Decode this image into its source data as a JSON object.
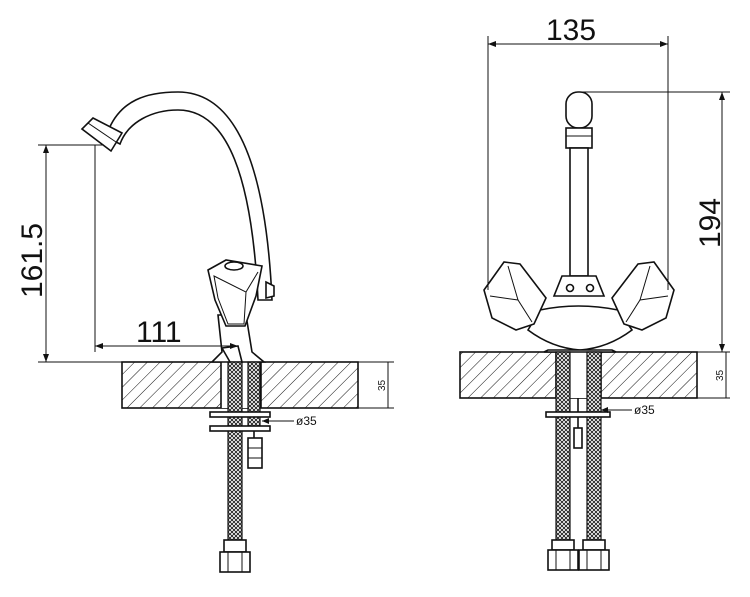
{
  "dimensions": {
    "side_height": "161.5",
    "side_reach": "111",
    "front_width": "135",
    "front_height": "194",
    "side_deck_thickness": "35",
    "front_deck_thickness": "35",
    "side_hole_diameter": "ø35",
    "front_hole_diameter": "ø35"
  }
}
